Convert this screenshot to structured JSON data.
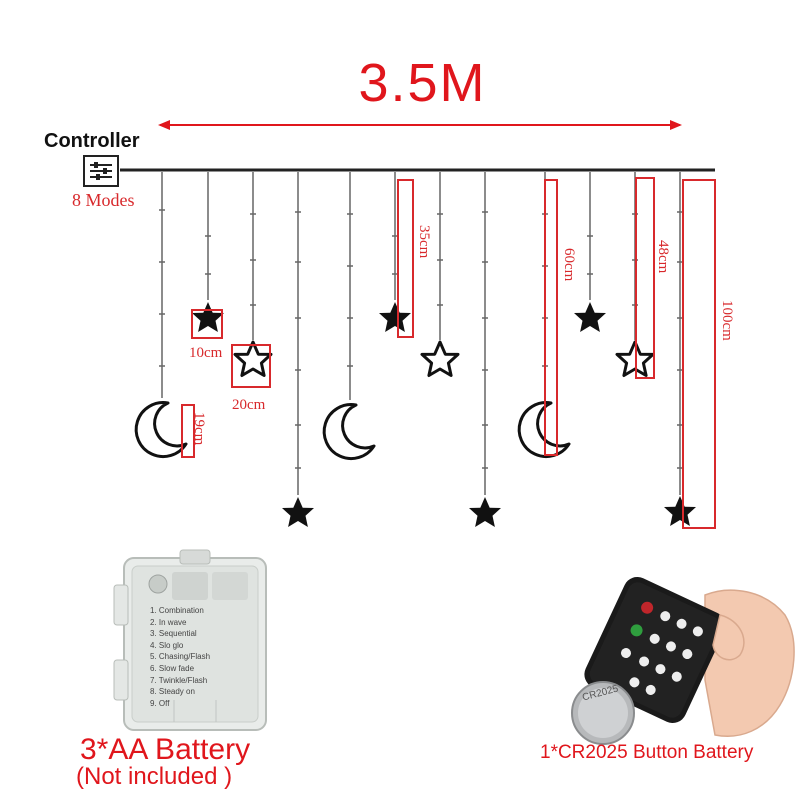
{
  "header": {
    "length_label": "3.5M"
  },
  "controller": {
    "label": "Controller",
    "modes_label": "8 Modes"
  },
  "dimensions": {
    "small_star_width": "10cm",
    "outline_star_width": "20cm",
    "moon_height": "19cm",
    "string_35": "35cm",
    "string_60": "60cm",
    "string_48": "48cm",
    "string_100": "100cm"
  },
  "battery_box": {
    "modes": [
      "1. Combination",
      "2. In wave",
      "3. Sequential",
      "4. Slo glo",
      "5. Chasing/Flash",
      "6. Slow fade",
      "7. Twinkle/Flash",
      "8. Steady on",
      "9. Off"
    ],
    "title": "3*AA Battery",
    "subtitle": "(Not included )"
  },
  "remote": {
    "coin_text": "CR2025",
    "label": "1*CR2025 Button Battery"
  },
  "colors": {
    "accent_red": "#e0161c",
    "dimension_red": "#d8292c",
    "ink": "#111111"
  },
  "icons": [
    "controller-icon",
    "star-icon",
    "outline-star-icon",
    "moon-icon",
    "remote-control-icon",
    "coin-battery-icon",
    "battery-box-icon"
  ]
}
